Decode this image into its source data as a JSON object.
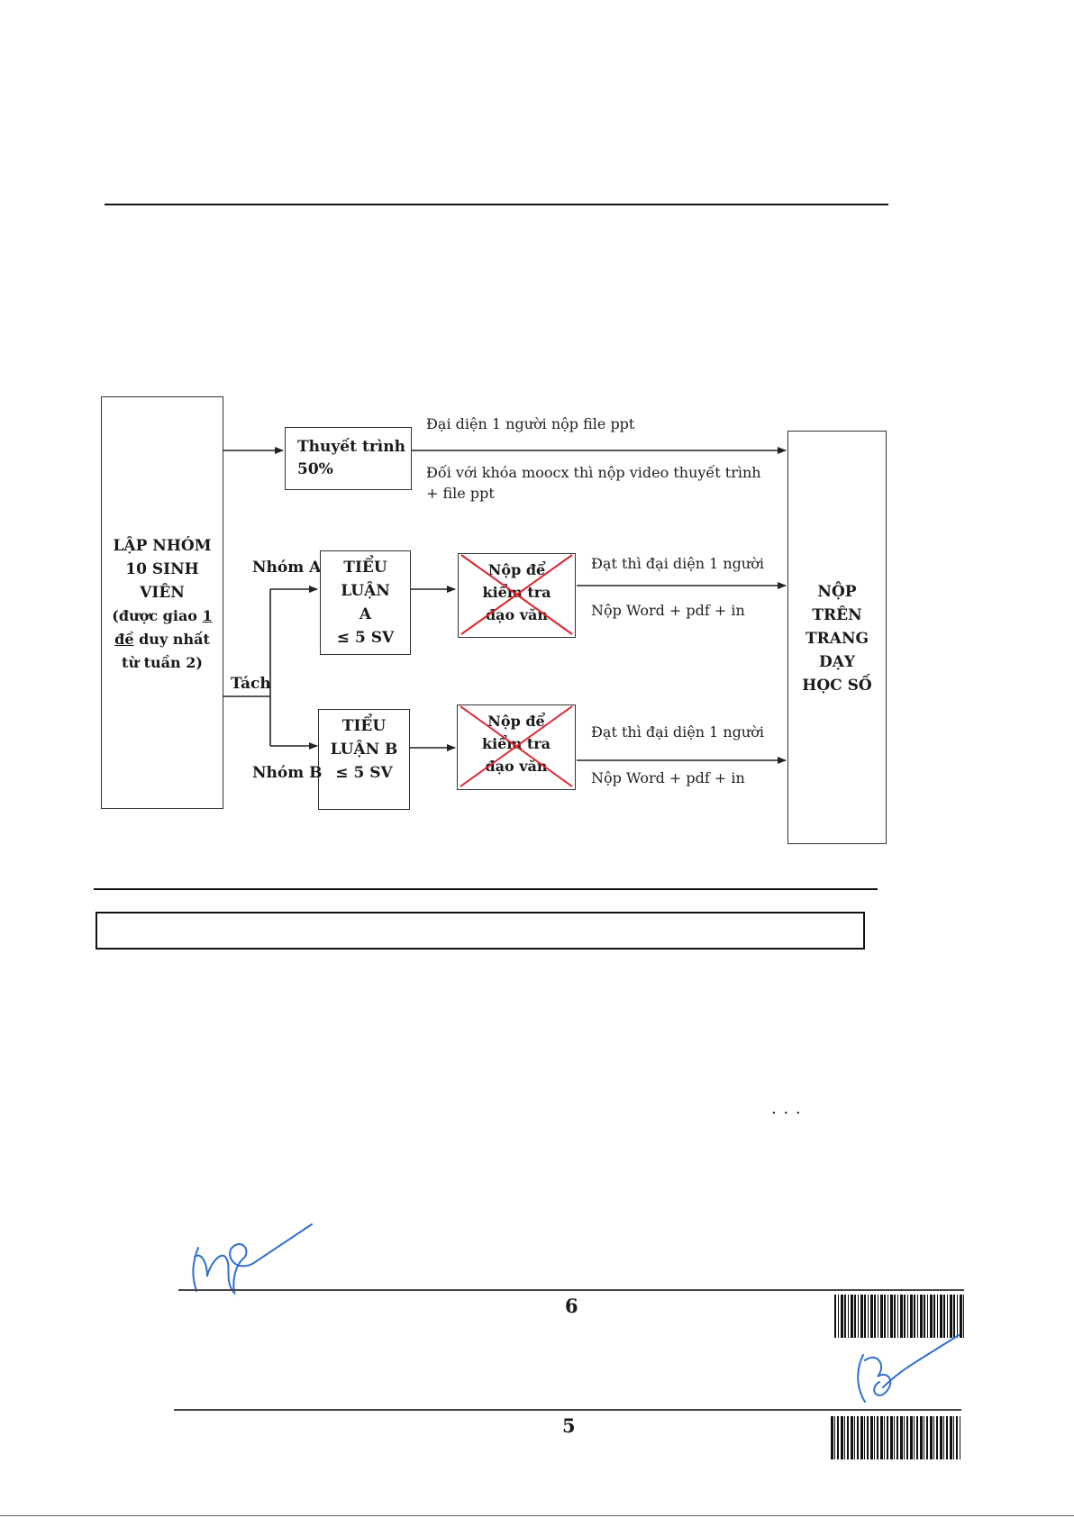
{
  "diagram": {
    "start_box": {
      "lines": [
        "LẬP NHÓM",
        "10 SINH",
        "VIÊN",
        "(được giao 1",
        "đề duy nhất",
        "từ tuần 2)"
      ],
      "underlined": [
        "1",
        "đề"
      ]
    },
    "presentation_box": {
      "line1_a": "Thuyết",
      "line1_b": "trình",
      "line2": "50%"
    },
    "presentation_notes": {
      "above": "Đại diện 1 người nộp file ppt",
      "below_line1": "Đối với khóa moocx thì nộp video thuyết trình",
      "below_line2": "+ file ppt"
    },
    "split_label": "Tách",
    "group_a": {
      "label": "Nhóm A",
      "essay_lines": [
        "TIỂU",
        "LUẬN",
        "A",
        "≤ 5 SV"
      ],
      "check_lines": [
        "Nộp để",
        "kiểm tra",
        "đạo văn"
      ],
      "note_above": "Đạt thì đại diện 1 người",
      "note_below": "Nộp Word + pdf + in"
    },
    "group_b": {
      "label": "Nhóm B",
      "essay_lines": [
        "TIỂU",
        "LUẬN B",
        "≤ 5 SV"
      ],
      "check_lines": [
        "Nộp để",
        "kiểm tra",
        "đạo văn"
      ],
      "note_above": "Đạt thì đại diện 1 người",
      "note_below": "Nộp Word + pdf + in"
    },
    "end_box": {
      "lines": [
        "NỘP",
        "TRÊN",
        "TRANG",
        "DẠY",
        "HỌC SỐ"
      ]
    },
    "colors": {
      "cross": "#e0232b",
      "signature": "#2f6fd0",
      "line": "#222222"
    }
  },
  "ellipsis": ". . .",
  "footer": {
    "page_upper": "6",
    "page_lower": "5"
  }
}
